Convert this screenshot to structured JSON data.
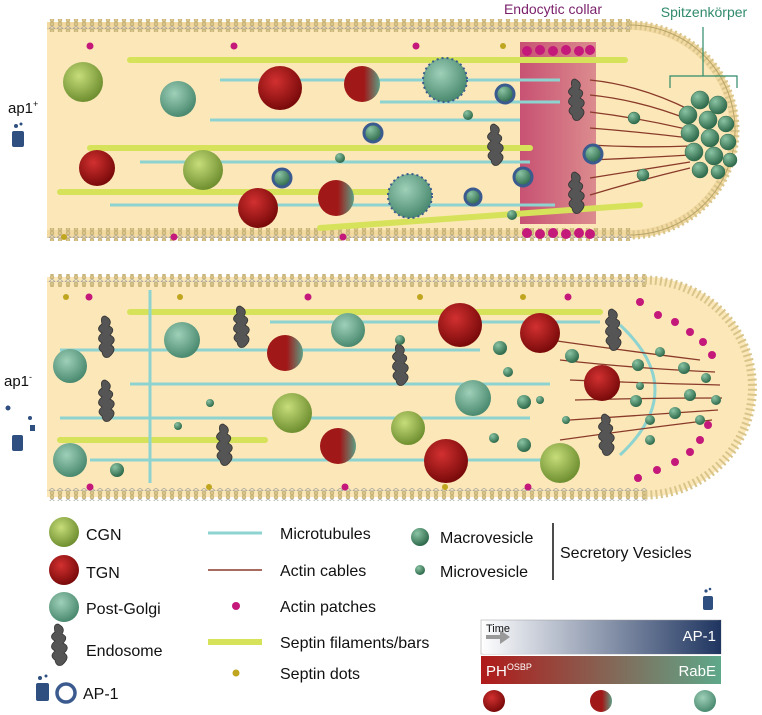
{
  "top_labels": {
    "endocytic_collar": "Endocytic collar",
    "spitzenkorper": "Spitzenkörper"
  },
  "panels": {
    "top": {
      "label": "ap1",
      "sup": "+"
    },
    "bottom": {
      "label": "ap1",
      "sup": "-"
    }
  },
  "legend": {
    "cgn": "CGN",
    "tgn": "TGN",
    "post_golgi": "Post-Golgi",
    "endosome": "Endosome",
    "ap1": "AP-1",
    "microtubules": "Microtubules",
    "actin_cables": "Actin cables",
    "actin_patches": "Actin patches",
    "septin_filaments": "Septin filaments/bars",
    "septin_dots": "Septin dots",
    "macrovesicle": "Macrovesicle",
    "microvesicle": "Microvesicle",
    "secretory_vesicles": "Secretory Vesicles"
  },
  "timeline": {
    "time": "Time",
    "ap1": "AP-1",
    "ph_main": "PH",
    "ph_sup": "OSBP",
    "rabe": "RabE"
  },
  "colors": {
    "cytoplasm": "#fbe7b8",
    "membrane_bead": "#d9c58a",
    "cgn": "#8fb04a",
    "tgn": "#a01818",
    "post_golgi": "#5e9e84",
    "endosome": "#5a5a5a",
    "microtubule": "#8dd3d0",
    "actin_cable": "#8a3a2a",
    "actin_patch": "#c4187a",
    "septin": "#d6e35a",
    "septin_dot": "#c0a51e",
    "vesicle": "#4f8c6a",
    "ap1_ring": "#3b5b8f",
    "collar": "#c2416b",
    "label_purple": "#7a1f6b",
    "label_green": "#2f8a6a"
  }
}
